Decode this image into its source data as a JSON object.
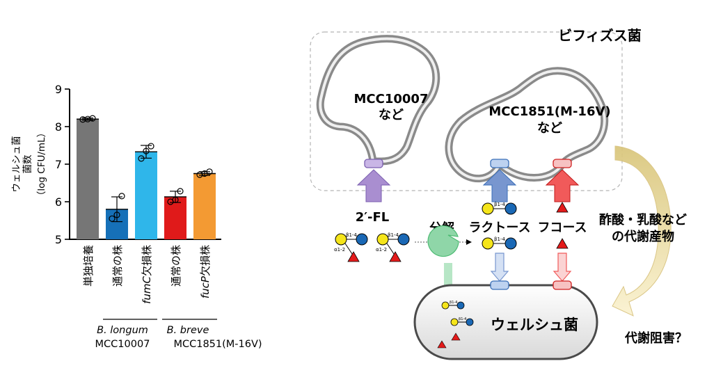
{
  "colors": {
    "bar_single": "#767676",
    "bar_longum_normal": "#1670b8",
    "bar_longum_mutant": "#2fb6ea",
    "bar_breve_normal": "#e01a1a",
    "bar_breve_mutant": "#f39a33",
    "purple": "#a98ed0",
    "blue": "#7896cf",
    "red": "#f15a5a",
    "glucose": "#1a68b5",
    "galactose": "#f5e51b",
    "fucose": "#e31a1a",
    "enzyme": "#8fd6a8",
    "metabolite_arrow": "#f1dc8c"
  },
  "chart_data": {
    "type": "bar",
    "ylabel": "ウェルシュ菌\n菌数\n（log CFU/mL）",
    "ylabel_lines": [
      "ウェルシュ菌",
      "菌数",
      "（log CFU/mL）"
    ],
    "ylim": [
      5,
      9
    ],
    "yticks": [
      5,
      6,
      7,
      8,
      9
    ],
    "categories": [
      "単独培養",
      "通常の株",
      "fumC欠損株",
      "通常の株",
      "fucP欠損株"
    ],
    "values": [
      8.2,
      5.8,
      7.33,
      6.13,
      6.75
    ],
    "errors": [
      0.03,
      0.33,
      0.17,
      0.15,
      0.05
    ],
    "points": [
      [
        8.19,
        8.2,
        8.22
      ],
      [
        5.55,
        5.65,
        6.15
      ],
      [
        7.15,
        7.35,
        7.48
      ],
      [
        6.0,
        6.05,
        6.28
      ],
      [
        6.72,
        6.75,
        6.8
      ]
    ],
    "grid": false,
    "groups": [
      {
        "species": "B. longum",
        "strain": "MCC10007"
      },
      {
        "species": "B. breve",
        "strain": "MCC1851(M-16V)"
      }
    ]
  },
  "diagram": {
    "title": "ビフィズス菌",
    "strain1_line1": "MCC10007",
    "strain1_line2": "など",
    "strain2_line1": "MCC1851(M-16V)",
    "strain2_line2": "など",
    "fl_label": "2′-FL",
    "bunkai": "分解",
    "lactose": "ラクトース",
    "fucose": "フコース",
    "metabolite_line1": "酢酸・乳酸など",
    "metabolite_line2": "の代謝産物",
    "inhibition": "代謝阻害？",
    "welch": "ウェルシュ菌",
    "bond_b14": "β1-4",
    "bond_a12": "α1-2"
  }
}
